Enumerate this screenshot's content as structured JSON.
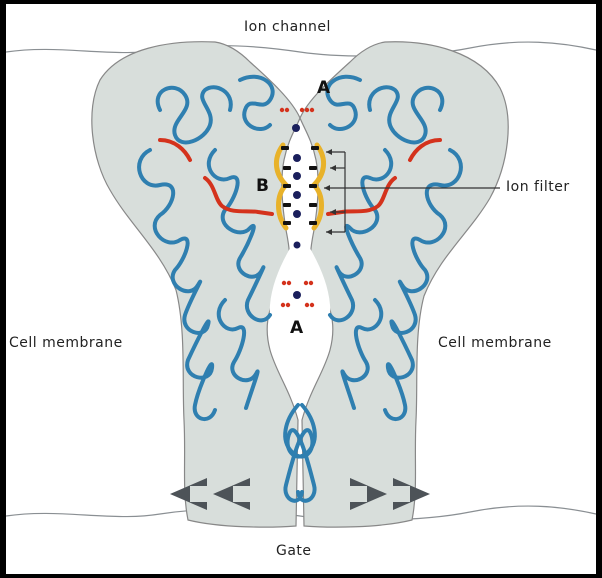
{
  "labels": {
    "title": "Ion channel",
    "ion_filter": "Ion filter",
    "membrane_left": "Cell membrane",
    "membrane_right": "Cell membrane",
    "gate": "Gate",
    "site_a_top": "A",
    "site_a_bottom": "A",
    "site_b": "B"
  },
  "colors": {
    "protein_fill": "#d8dedb",
    "helix": "#2f7fb0",
    "helix_red": "#d4321c",
    "filter_gold": "#e8b22a",
    "ion": "#1a1f5c",
    "water": "#d4321c",
    "arrow": "#4d5358"
  }
}
